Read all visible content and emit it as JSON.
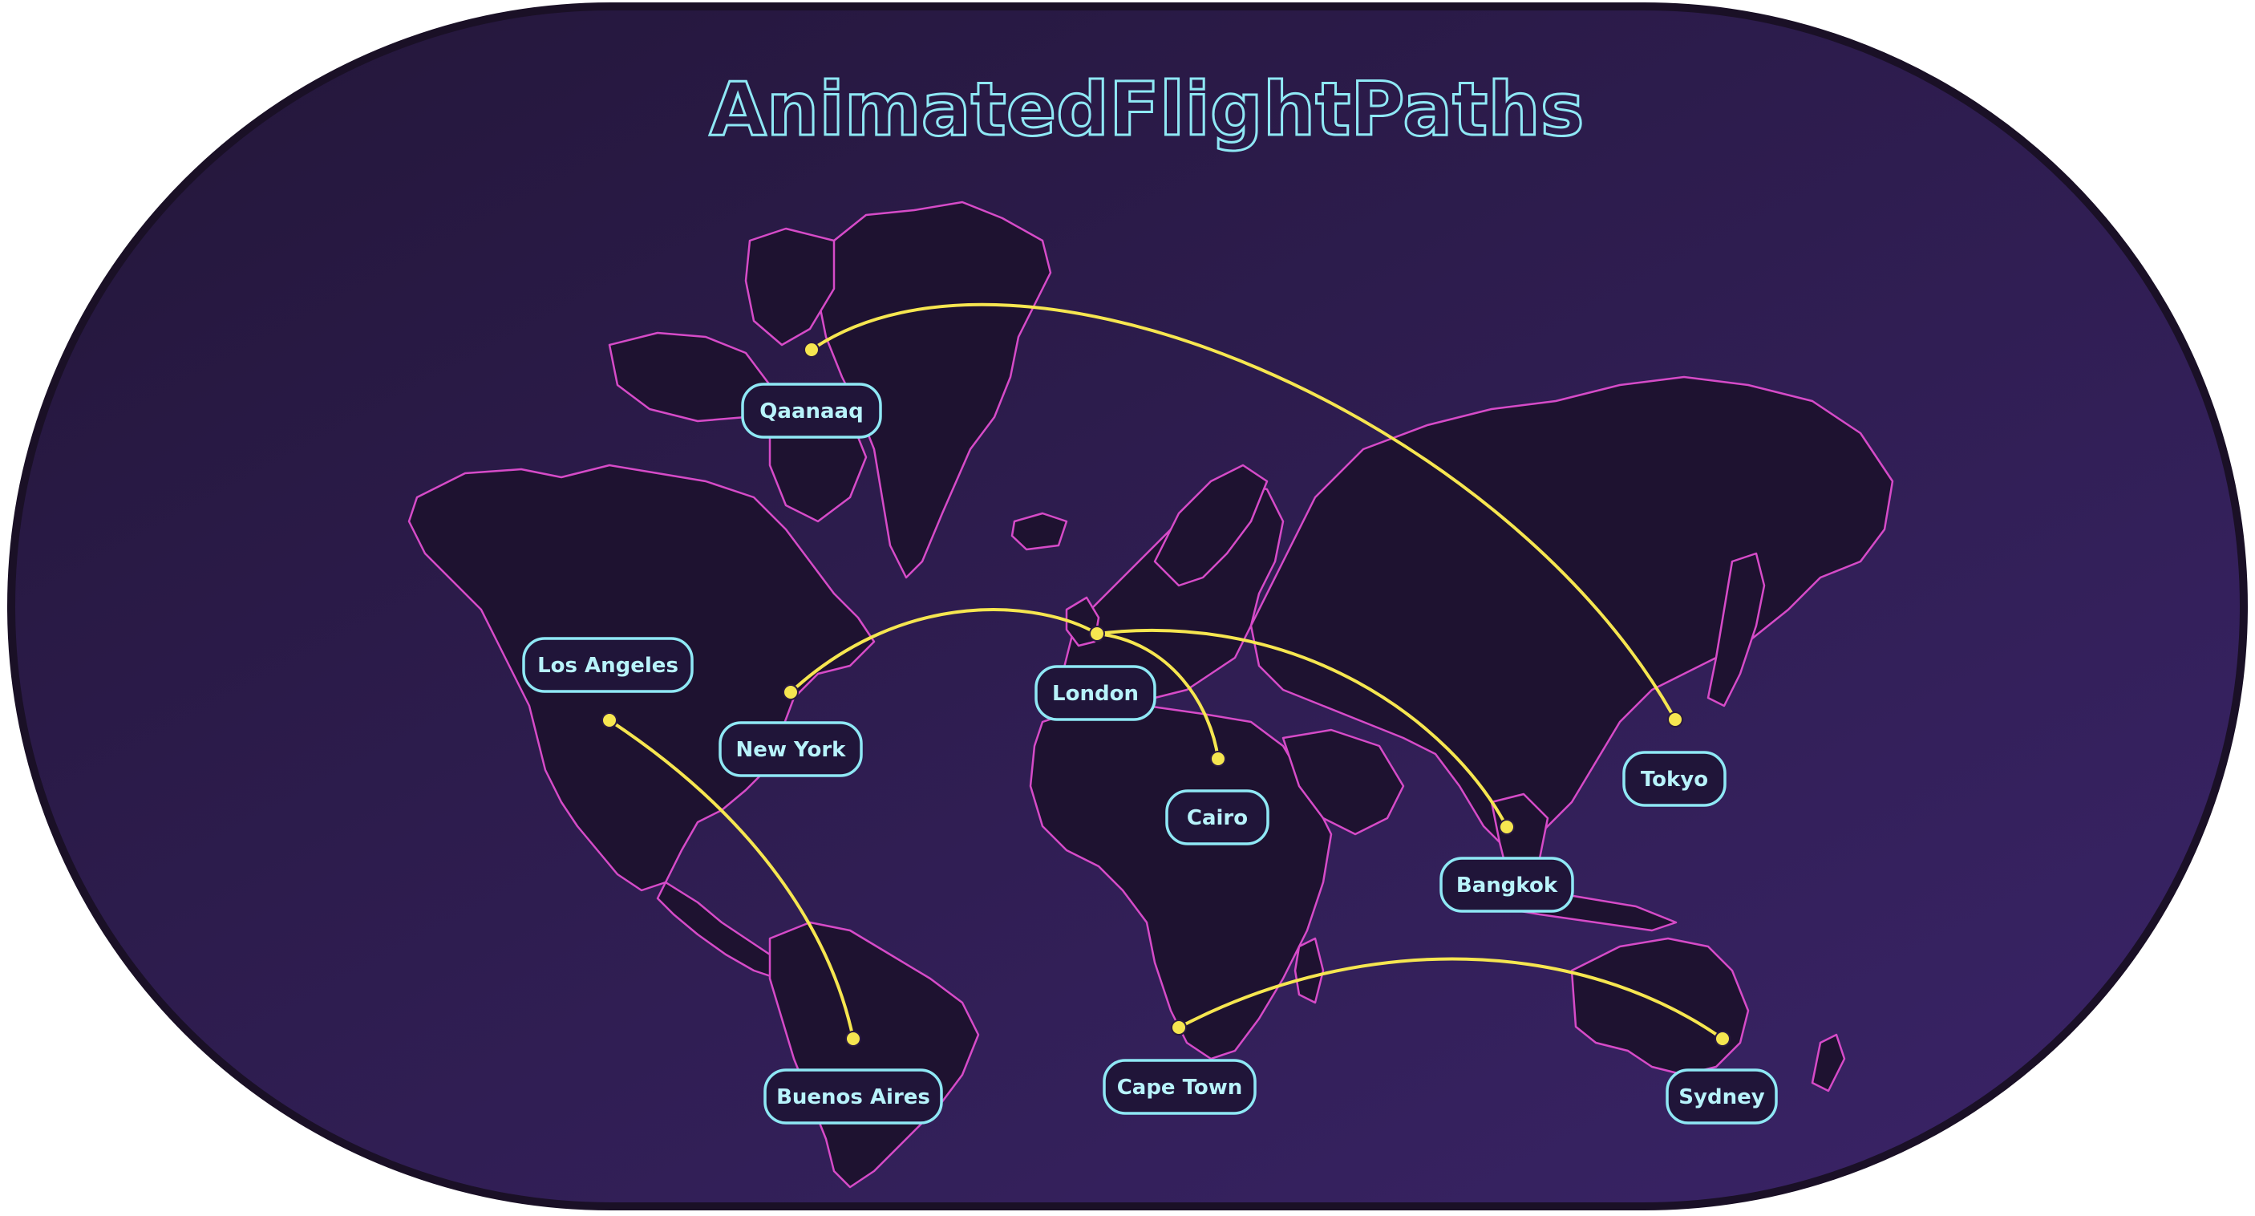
{
  "title": "AnimatedFlightPaths",
  "colors": {
    "background_outer": "#1e1530",
    "background_start": "#231639",
    "background_end": "#3a2468",
    "border": "#1a1026",
    "land_fill": "#1e1230",
    "land_stroke": "#d64bc8",
    "route": "#f6e650",
    "city_dot": "#f6e650",
    "label_fill": "#201539",
    "label_stroke": "#8fe8f5",
    "label_text": "#b8f3fb",
    "title_stroke": "#8fe8f5"
  },
  "cities": [
    {
      "id": "qaanaaq",
      "name": "Qaanaaq"
    },
    {
      "id": "los-angeles",
      "name": "Los Angeles"
    },
    {
      "id": "new-york",
      "name": "New York"
    },
    {
      "id": "london",
      "name": "London"
    },
    {
      "id": "cairo",
      "name": "Cairo"
    },
    {
      "id": "tokyo",
      "name": "Tokyo"
    },
    {
      "id": "bangkok",
      "name": "Bangkok"
    },
    {
      "id": "buenos-aires",
      "name": "Buenos Aires"
    },
    {
      "id": "cape-town",
      "name": "Cape Town"
    },
    {
      "id": "sydney",
      "name": "Sydney"
    }
  ],
  "routes": [
    {
      "from": "Qaanaaq",
      "to": "Tokyo"
    },
    {
      "from": "New York",
      "to": "London"
    },
    {
      "from": "London",
      "to": "Cairo"
    },
    {
      "from": "London",
      "to": "Bangkok"
    },
    {
      "from": "Los Angeles",
      "to": "Buenos Aires"
    },
    {
      "from": "Cape Town",
      "to": "Sydney"
    }
  ]
}
